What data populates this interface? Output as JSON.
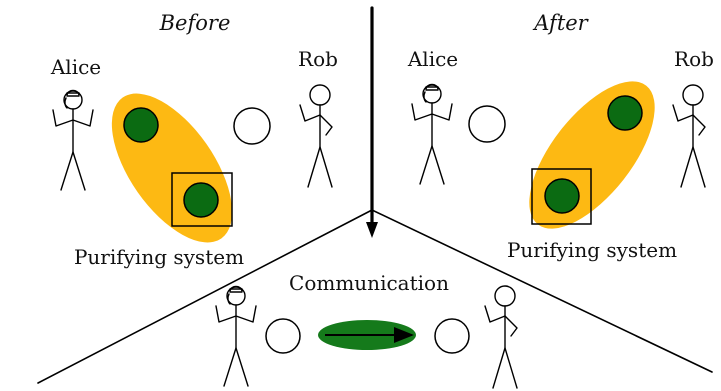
{
  "panels": {
    "before": {
      "title": "Before"
    },
    "after": {
      "title": "After"
    }
  },
  "people": {
    "alice": "Alice",
    "rob": "Rob"
  },
  "labels": {
    "purifying_system": "Purifying system",
    "communication": "Communication"
  },
  "colors": {
    "purifying_ellipse": "#FDB913",
    "qubit_fill": "#0B6B12",
    "qubit_stroke": "#000000",
    "empty_qubit_fill": "#FFFFFF",
    "channel_fill": "#157A1B",
    "line": "#000000"
  }
}
